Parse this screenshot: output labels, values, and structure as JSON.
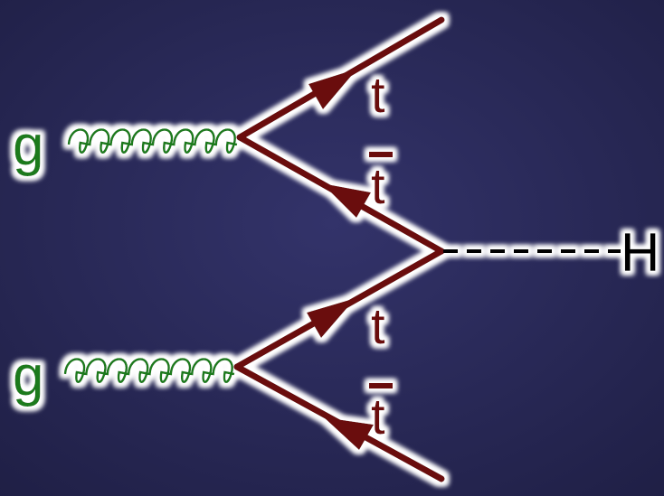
{
  "labels": {
    "gluon_top": "g",
    "gluon_bottom": "g",
    "top_out": "t",
    "antitop_mid": "t",
    "top_mid": "t",
    "antitop_bottom": "t",
    "higgs": "H"
  },
  "colors": {
    "background": "#2a2a55",
    "gluon": "#1f7a1f",
    "quark": "#6b0a0a",
    "higgs": "#000000",
    "glow": "#ffffff"
  }
}
